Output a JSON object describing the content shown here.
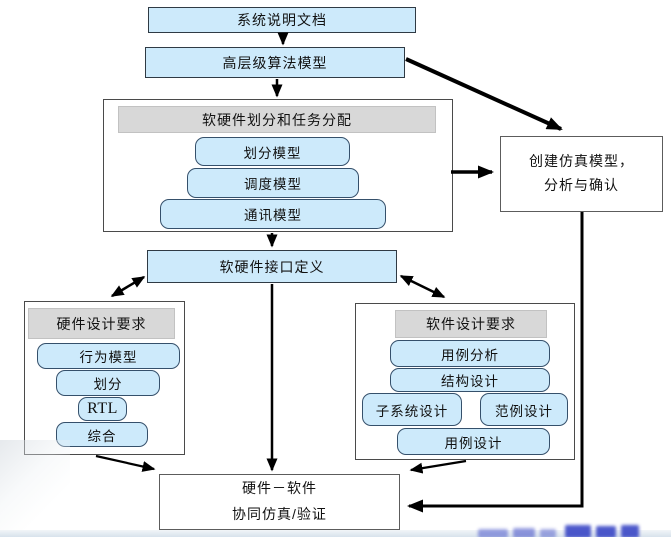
{
  "diagram": {
    "title": "hardware-software co-design flow",
    "colors": {
      "node_fill": "#cdeafb",
      "node_border": "#2f3a44",
      "rounded_border": "#35506b",
      "header_fill": "#d8d8d8",
      "container_border": "#4a4a4a",
      "white_box_border": "#5c5c5c",
      "arrow": "#000000",
      "watermark": "#2e3cc2",
      "footer_strip": "#d7e2ec"
    }
  },
  "nodes": {
    "system_doc": {
      "label": "系统说明文档"
    },
    "high_level_algo": {
      "label": "高层级算法模型"
    },
    "hw_sw_partition": {
      "title": "软硬件划分和任务分配",
      "items": [
        {
          "label": "划分模型"
        },
        {
          "label": "调度模型"
        },
        {
          "label": "通讯模型"
        }
      ]
    },
    "create_sim": {
      "line1": "创建仿真模型，",
      "line2": "分析与确认"
    },
    "interface_def": {
      "label": "软硬件接口定义"
    },
    "hw_design": {
      "title": "硬件设计要求",
      "items": [
        {
          "label": "行为模型"
        },
        {
          "label": "划分"
        },
        {
          "label": "RTL"
        },
        {
          "label": "综合"
        }
      ]
    },
    "sw_design": {
      "title": "软件设计要求",
      "items": [
        {
          "label": "用例分析"
        },
        {
          "label": "结构设计"
        },
        {
          "label": "子系统设计"
        },
        {
          "label": "范例设计"
        },
        {
          "label": "用例设计"
        }
      ]
    },
    "cosim": {
      "line1": "硬件－软件",
      "line2": "协同仿真/验证"
    }
  }
}
